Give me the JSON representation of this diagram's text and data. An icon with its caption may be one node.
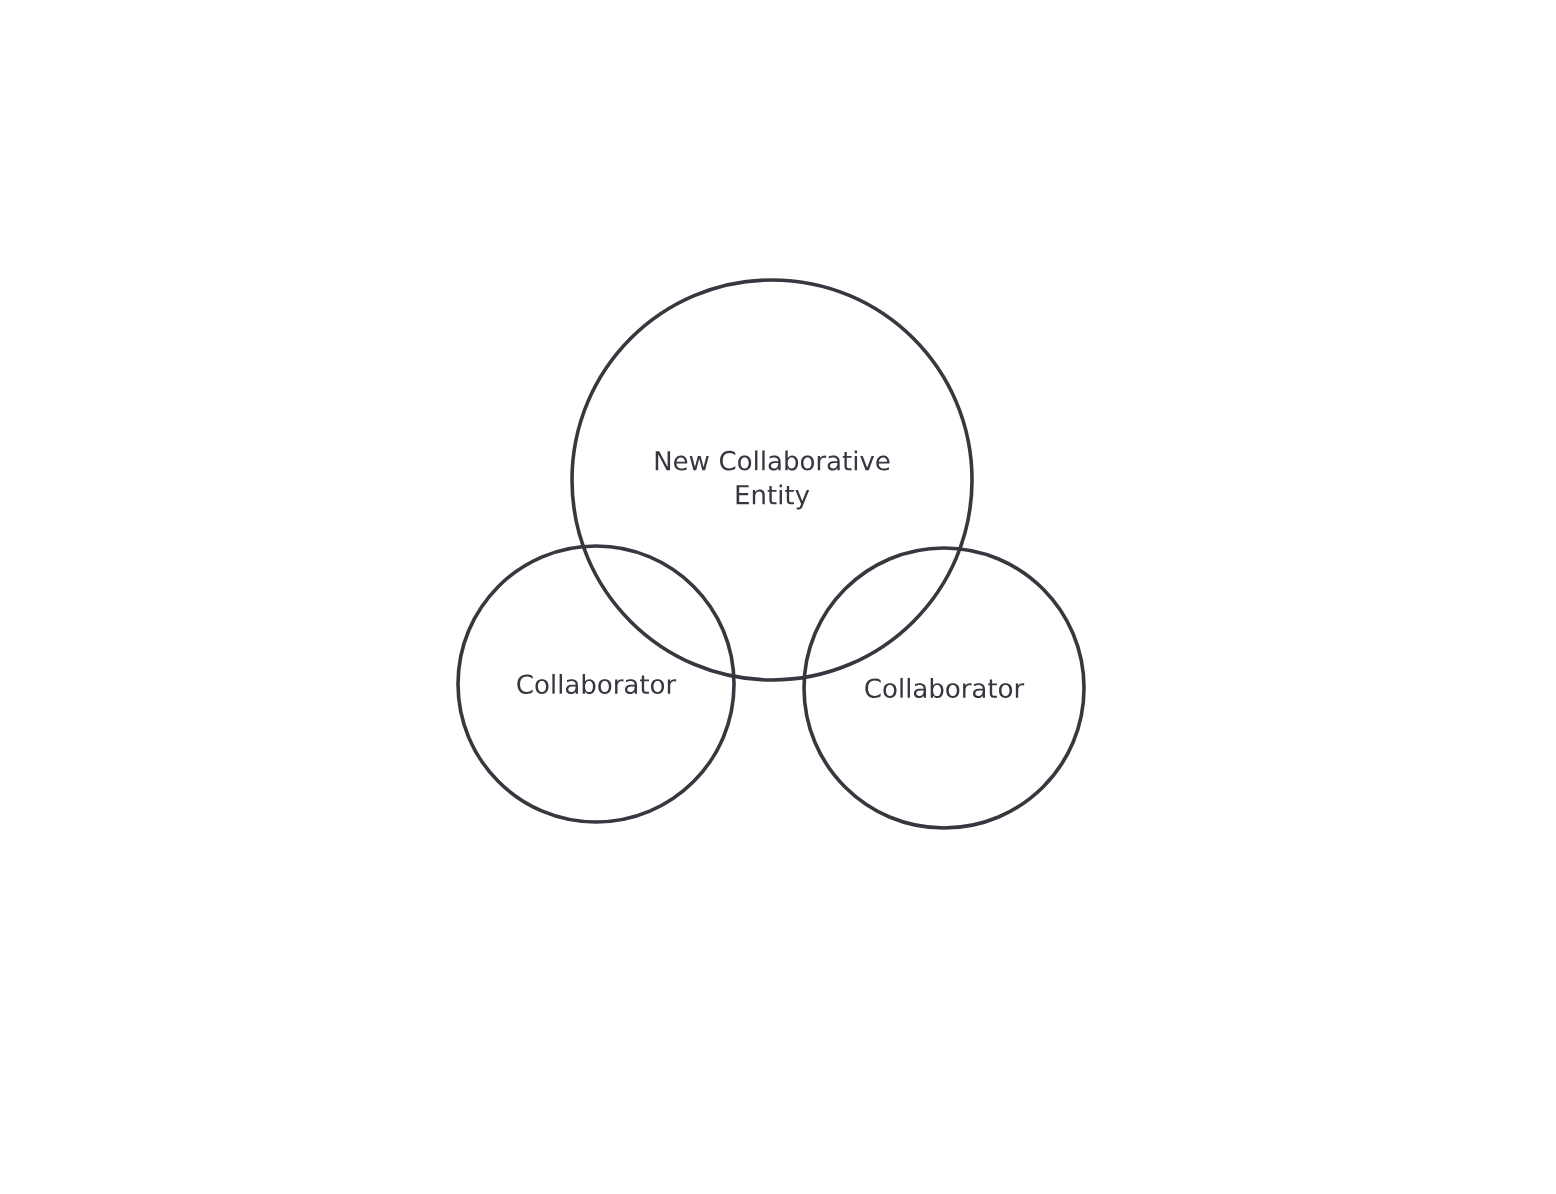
{
  "diagram": {
    "nodes": [
      {
        "text": [
          "New Collaborative Entity"
        ]
      },
      {
        "text": [
          "Collaborator"
        ]
      },
      {
        "text": [
          "Collaborator"
        ]
      }
    ]
  }
}
